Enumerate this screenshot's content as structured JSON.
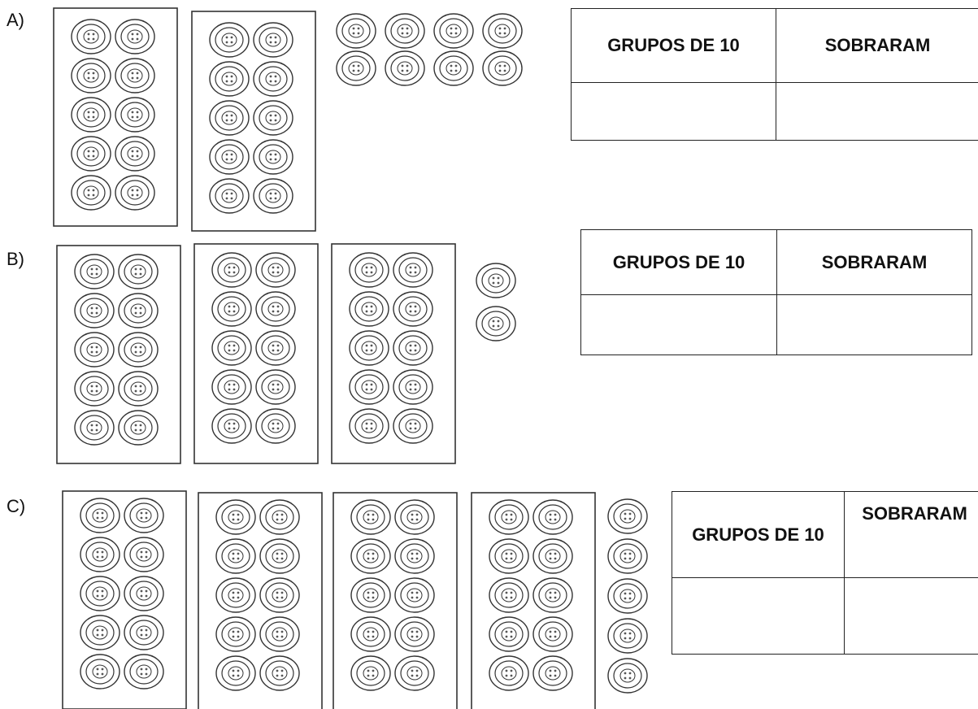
{
  "sections": [
    {
      "label": "A)",
      "groups_of_ten": 2,
      "loose_buttons": 8,
      "table": {
        "col1": "GRUPOS DE 10",
        "col2": "SOBRARAM",
        "answer1": "",
        "answer2": ""
      }
    },
    {
      "label": "B)",
      "groups_of_ten": 3,
      "loose_buttons": 2,
      "table": {
        "col1": "GRUPOS DE 10",
        "col2": "SOBRARAM",
        "answer1": "",
        "answer2": ""
      }
    },
    {
      "label": "C)",
      "groups_of_ten": 4,
      "loose_buttons": 5,
      "table": {
        "col1": "GRUPOS DE 10",
        "col2": "SOBRARAM",
        "answer1": "",
        "answer2": ""
      }
    }
  ],
  "icon": "button-icon"
}
